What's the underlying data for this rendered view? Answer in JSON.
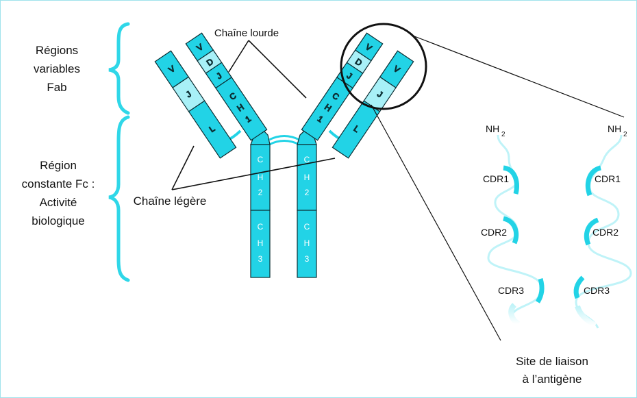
{
  "labels": {
    "regions_variables": [
      "Régions",
      "variables",
      "Fab"
    ],
    "region_constante": [
      "Région",
      "constante Fc :",
      "Activité",
      "biologique"
    ],
    "chaine_lourde": "Chaîne lourde",
    "chaine_legere": "Chaîne légère",
    "site_liaison": [
      "Site de liaison",
      "à l’antigène"
    ]
  },
  "segments": {
    "v": "V",
    "d": "D",
    "j": "J",
    "l": "L",
    "ch1": [
      "C",
      "H",
      "1"
    ],
    "ch2": [
      "C",
      "H",
      "2"
    ],
    "ch3": [
      "C",
      "H",
      "3"
    ]
  },
  "cdr": {
    "nh2": "NH",
    "nh2_sub": "2",
    "cdr1": "CDR1",
    "cdr2": "CDR2",
    "cdr3": "CDR3"
  },
  "colors": {
    "cyan": "#22d3e6",
    "light_cyan": "#a8f0f7",
    "stroke": "#0c2e33",
    "brace": "#2fd7e8"
  }
}
